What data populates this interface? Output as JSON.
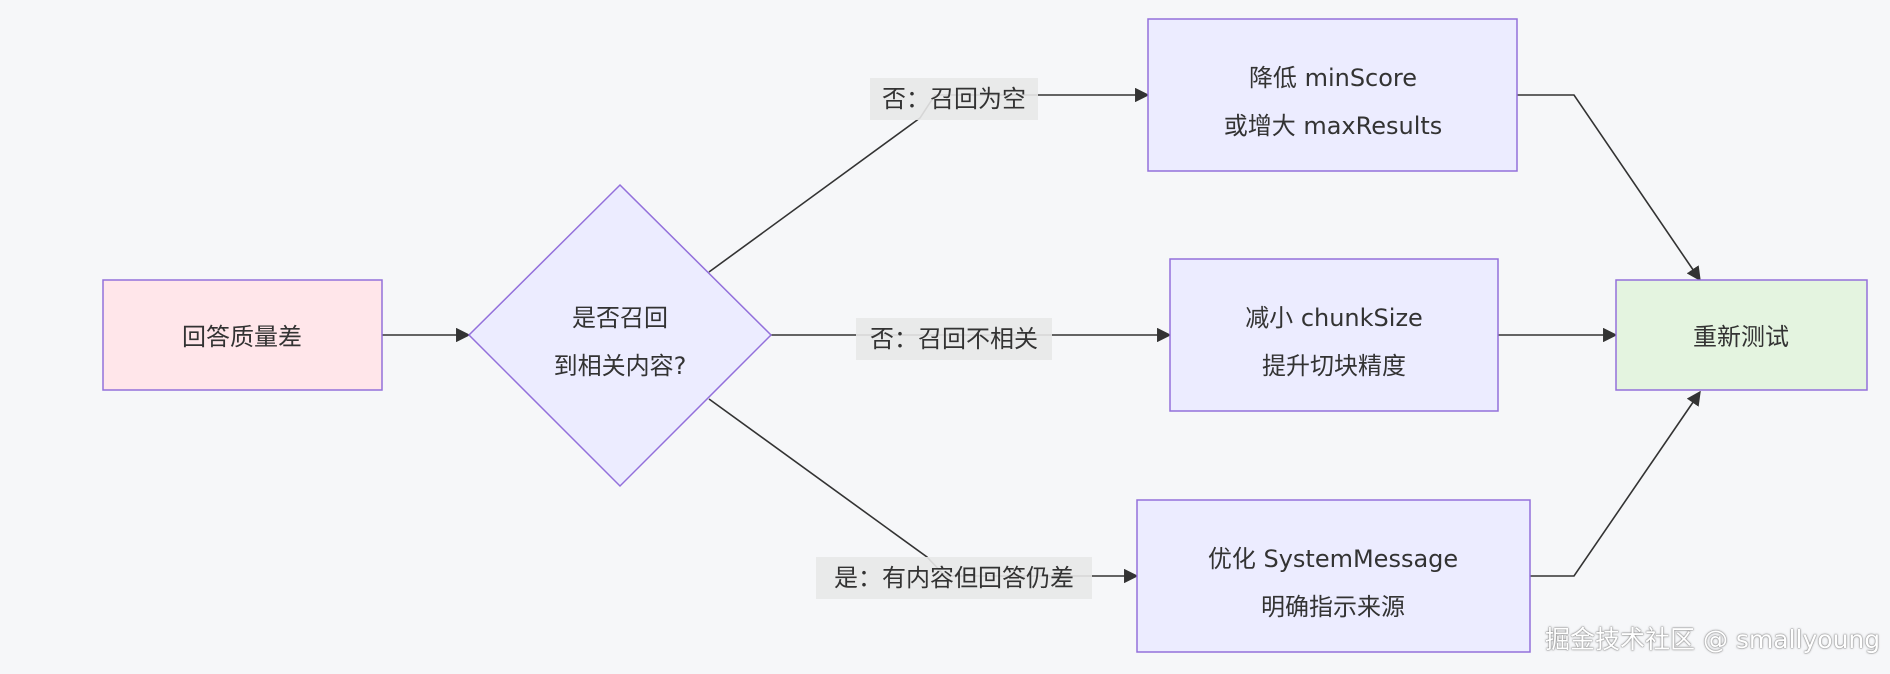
{
  "nodes": {
    "start": {
      "lines": [
        "回答质量差"
      ]
    },
    "decision": {
      "lines": [
        "是否召回",
        "到相关内容?"
      ]
    },
    "lower_score": {
      "lines": [
        "降低 minScore",
        "或增大 maxResults"
      ]
    },
    "reduce_chunk": {
      "lines": [
        "减小 chunkSize",
        "提升切块精度"
      ]
    },
    "optimize_prompt": {
      "lines": [
        "优化 SystemMessage",
        "明确指示来源"
      ]
    },
    "retest": {
      "lines": [
        "重新测试"
      ]
    }
  },
  "edges": {
    "no_empty": "否：召回为空",
    "no_irrelevant": "否：召回不相关",
    "yes_poor": "是：有内容但回答仍差"
  },
  "watermark": "掘金技术社区 @ smallyoung",
  "colors": {
    "start_fill": "#ffe6ea",
    "node_fill": "#ececff",
    "node_stroke": "#9370db",
    "end_fill": "#e4f4e0",
    "edge_label_bg": "#e8e8e8",
    "line": "#333333"
  }
}
